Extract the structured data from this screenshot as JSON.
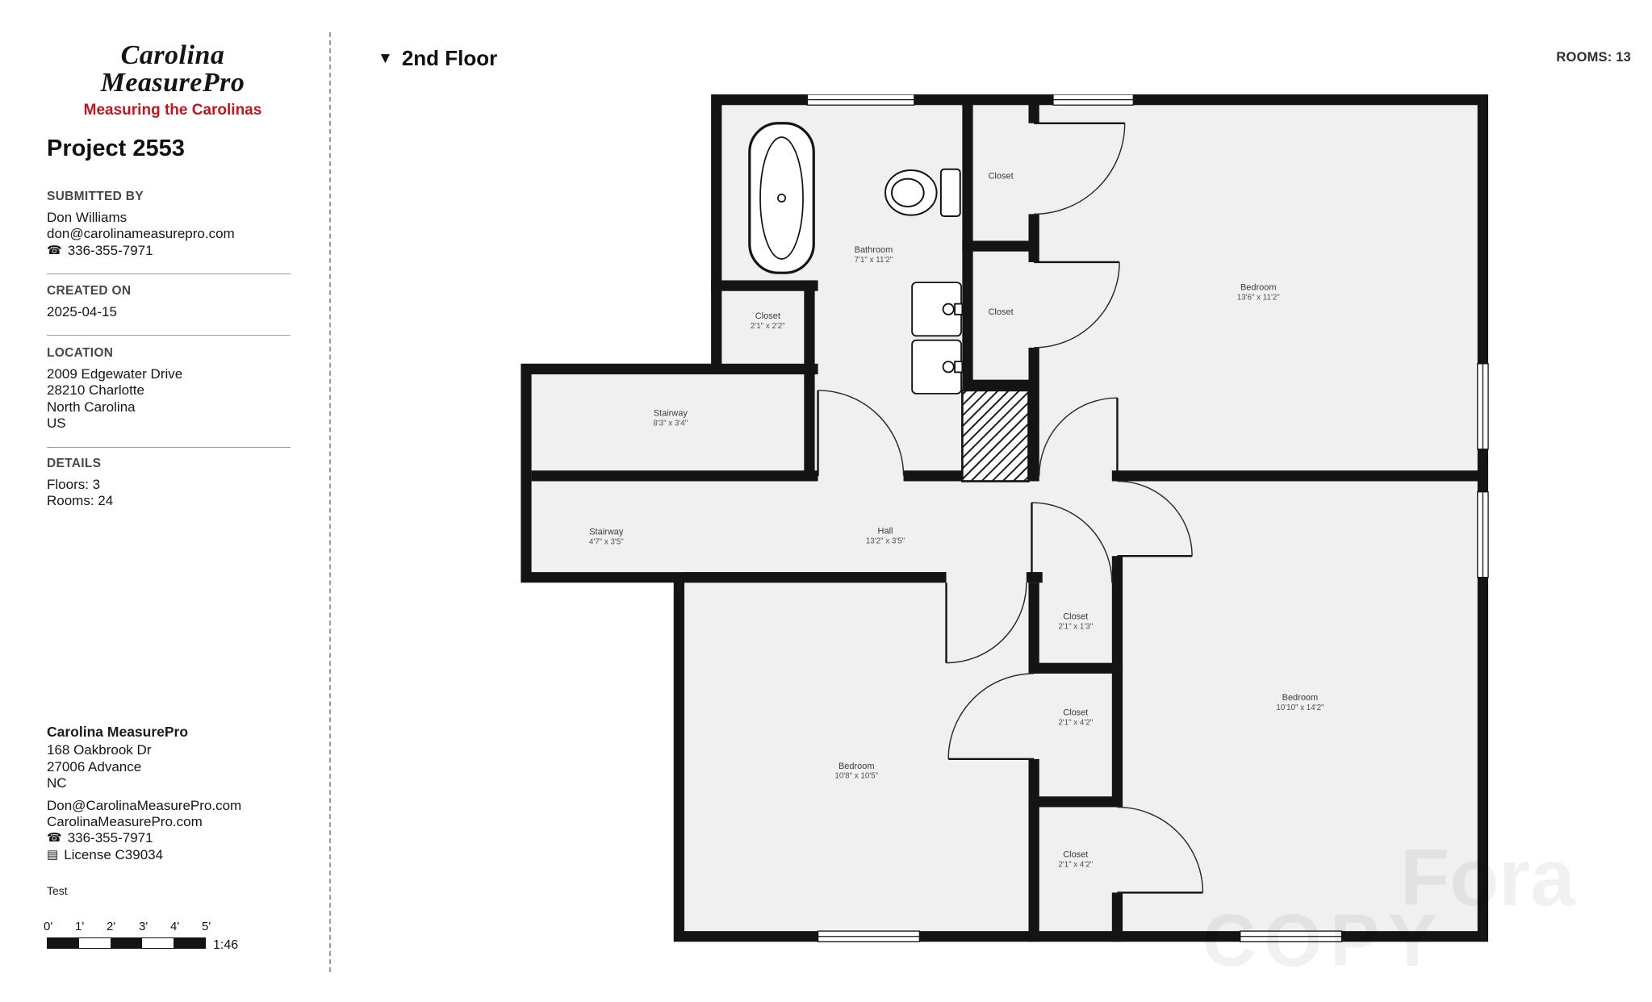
{
  "header": {
    "floor_label": "2nd Floor",
    "rooms_label": "ROOMS: 13"
  },
  "sidebar": {
    "logo": {
      "name": "Carolina MeasurePro",
      "tagline": "Measuring the Carolinas"
    },
    "project_title": "Project 2553",
    "submitted_by": {
      "heading": "SUBMITTED BY",
      "name": "Don Williams",
      "email": "don@carolinameasurepro.com",
      "phone": "336-355-7971"
    },
    "created_on": {
      "heading": "CREATED ON",
      "date": "2025-04-15"
    },
    "location": {
      "heading": "LOCATION",
      "lines": [
        "2009 Edgewater Drive",
        "28210 Charlotte",
        "North Carolina",
        "US"
      ]
    },
    "details": {
      "heading": "DETAILS",
      "lines": [
        "Floors: 3",
        "Rooms: 24"
      ]
    },
    "company": {
      "name": "Carolina MeasurePro",
      "address": [
        "168 Oakbrook Dr",
        "27006 Advance",
        "NC"
      ],
      "email": "Don@CarolinaMeasurePro.com",
      "website": "CarolinaMeasurePro.com",
      "phone": "336-355-7971",
      "license": "License C39034"
    },
    "note": "Test",
    "scale": {
      "ticks": [
        "0'",
        "1'",
        "2'",
        "3'",
        "4'",
        "5'"
      ],
      "ratio": "1:46"
    }
  },
  "floorplan": {
    "rooms": [
      {
        "name": "Bathroom",
        "dims": "7'1\" x 11'2\""
      },
      {
        "name": "Closet",
        "dims": ""
      },
      {
        "name": "Closet",
        "dims": ""
      },
      {
        "name": "Bedroom",
        "dims": "13'6\" x 11'2\""
      },
      {
        "name": "Closet",
        "dims": "2'1\" x 2'2\""
      },
      {
        "name": "Stairway",
        "dims": "8'3\" x 3'4\""
      },
      {
        "name": "Stairway",
        "dims": "4'7\" x 3'5\""
      },
      {
        "name": "Hall",
        "dims": "13'2\" x 3'5\""
      },
      {
        "name": "Closet",
        "dims": "2'1\" x 1'3\""
      },
      {
        "name": "Closet",
        "dims": "2'1\" x 4'2\""
      },
      {
        "name": "Bedroom",
        "dims": "10'10\" x 14'2\""
      },
      {
        "name": "Bedroom",
        "dims": "10'8\" x 10'5\""
      },
      {
        "name": "Closet",
        "dims": "2'1\" x 4'2\""
      }
    ],
    "watermark": {
      "line1": "Fora",
      "line2": "COPY"
    }
  },
  "colors": {
    "accent_red": "#c01622",
    "wall": "#141414",
    "floor": "#f0f0f0"
  }
}
